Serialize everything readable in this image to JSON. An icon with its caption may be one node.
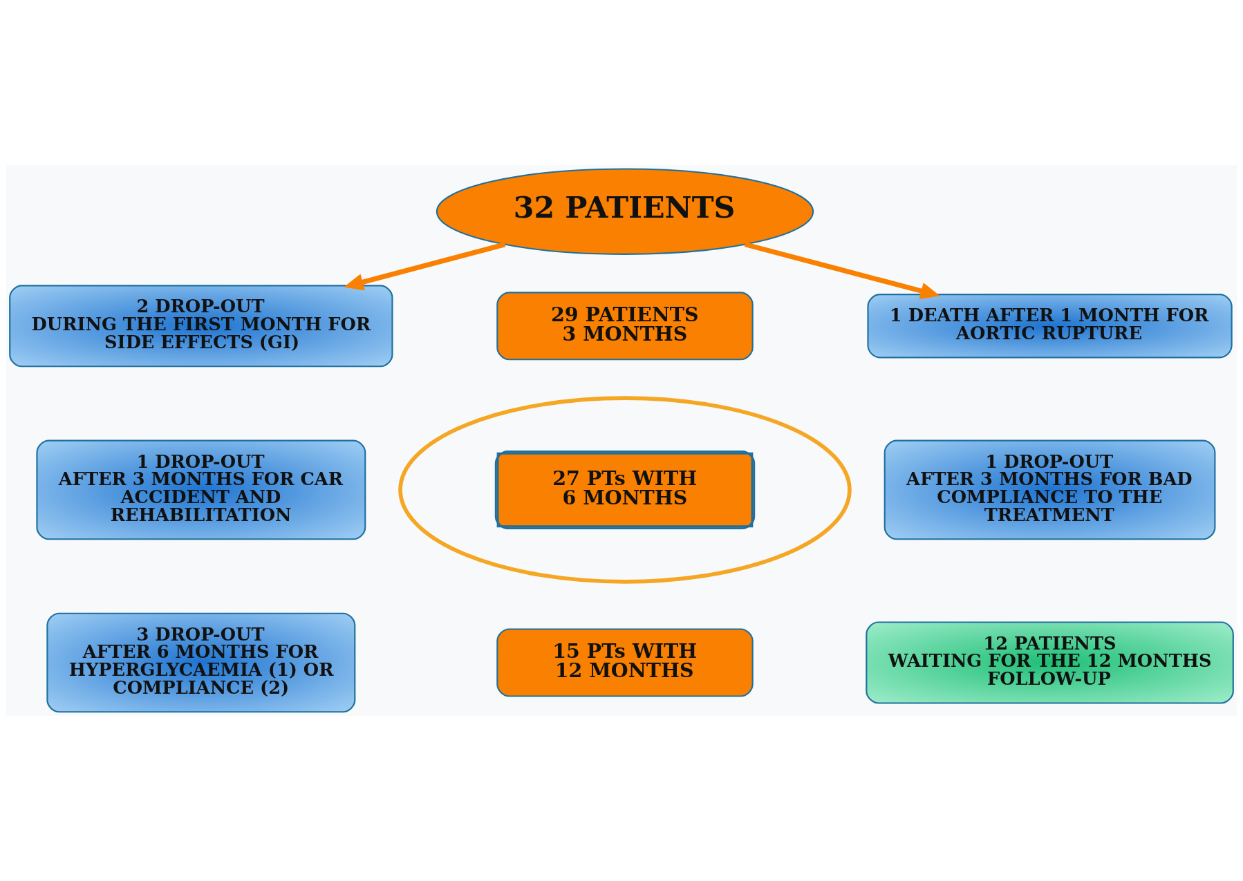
{
  "diagram": {
    "nodes": [
      {
        "text": [
          "32 PATIENTS"
        ]
      },
      {
        "text": [
          "2 DROP-OUT",
          "DURING THE FIRST MONTH FOR SIDE EFFECTS (GI)"
        ]
      },
      {
        "text": [
          "1 DEATH AFTER 1 MONTH FOR AORTIC RUPTURE"
        ]
      },
      {
        "text": [
          "29 PATIENTS",
          "3 MONTHS"
        ]
      },
      {
        "text": [
          "1 DROP-OUT",
          "AFTER 3 MONTHS FOR CAR ACCIDENT AND REHABILITATION"
        ]
      },
      {
        "text": [],
        "shape": "circle"
      },
      {
        "text": [
          "27 PTs WITH",
          "6 MONTHS"
        ],
        "in": 5
      },
      {
        "text": [
          "1 DROP-OUT",
          "AFTER 3 MONTHS FOR BAD COMPLIANCE TO THE TREATMENT"
        ]
      },
      {
        "text": [
          "3 DROP-OUT",
          "AFTER 6 MONTHS FOR HYPERGLYCAEMIA (1) OR COMPLIANCE (2)"
        ]
      },
      {
        "text": [
          "15 PTs WITH",
          "12 MONTHS"
        ]
      },
      {
        "text": [
          "12 PATIENTS",
          "WAITING FOR THE 12 MONTHS FOLLOW-UP"
        ]
      }
    ],
    "edges": [
      {
        "from": 0,
        "to": 1,
        "arrow": "to"
      },
      {
        "from": 0,
        "to": 2,
        "arrow": "to"
      }
    ]
  }
}
